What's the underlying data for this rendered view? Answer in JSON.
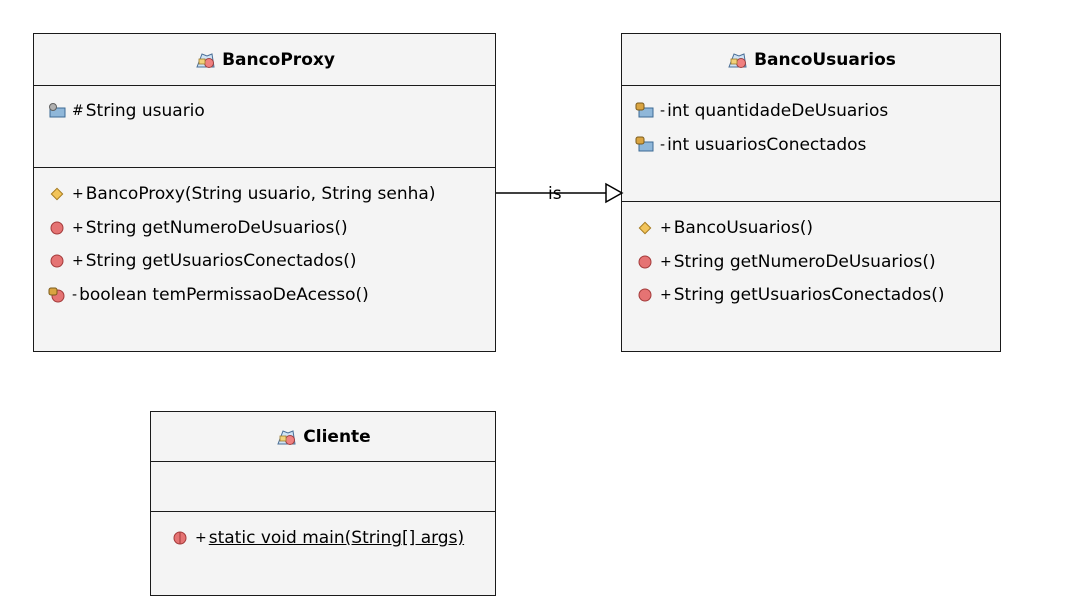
{
  "classes": {
    "banco_proxy": {
      "name": "BancoProxy",
      "attributes": [
        {
          "visibility": "#",
          "text": "String usuario",
          "icon": "protected-field-icon"
        }
      ],
      "operations": [
        {
          "visibility": "+",
          "text": "BancoProxy(String usuario, String senha)",
          "icon": "constructor-icon"
        },
        {
          "visibility": "+",
          "text": "String getNumeroDeUsuarios()",
          "icon": "public-method-icon"
        },
        {
          "visibility": "+",
          "text": "String getUsuariosConectados()",
          "icon": "public-method-icon"
        },
        {
          "visibility": "-",
          "text": "boolean temPermissaoDeAcesso()",
          "icon": "private-method-icon"
        }
      ]
    },
    "banco_usuarios": {
      "name": "BancoUsuarios",
      "attributes": [
        {
          "visibility": "-",
          "text": "int quantidadeDeUsuarios",
          "icon": "private-field-icon"
        },
        {
          "visibility": "-",
          "text": "int usuariosConectados",
          "icon": "private-field-icon"
        }
      ],
      "operations": [
        {
          "visibility": "+",
          "text": "BancoUsuarios()",
          "icon": "constructor-icon"
        },
        {
          "visibility": "+",
          "text": "String getNumeroDeUsuarios()",
          "icon": "public-method-icon"
        },
        {
          "visibility": "+",
          "text": "String getUsuariosConectados()",
          "icon": "public-method-icon"
        }
      ]
    },
    "cliente": {
      "name": "Cliente",
      "attributes": [],
      "operations": [
        {
          "visibility": "+",
          "text": "static void main(String[] args)",
          "icon": "static-method-icon"
        }
      ]
    }
  },
  "relation": {
    "label": "is",
    "type": "generalization",
    "from": "BancoProxy",
    "to": "BancoUsuarios"
  },
  "colors": {
    "box_fill": "#f4f4f4",
    "border": "#1a1a1a",
    "method_icon": "#e57373",
    "constructor_icon": "#e8b84a",
    "field_icon": "#8fb7d9"
  }
}
